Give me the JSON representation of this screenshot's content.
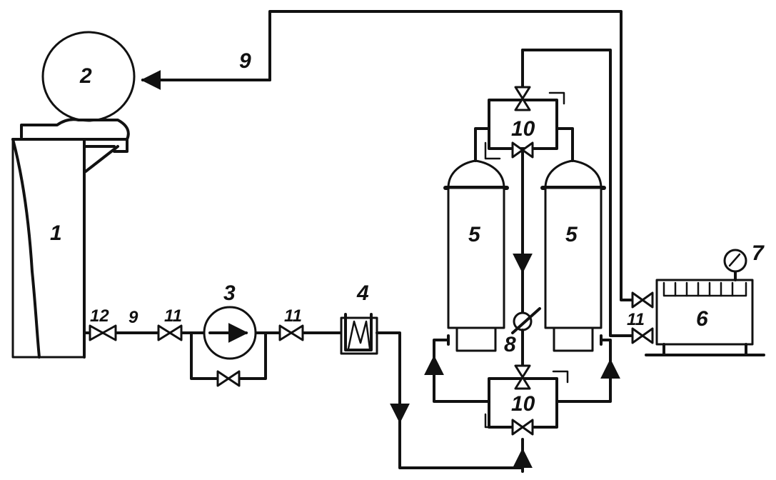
{
  "labels": {
    "vessel": "1",
    "tank": "2",
    "pump": "3",
    "filter": "4",
    "column_left": "5",
    "column_right": "5",
    "unit": "6",
    "gauge": "7",
    "flowmeter": "8",
    "pipe_top": "9",
    "pipe_bottom": "9",
    "valve_group_top": "10",
    "valve_group_bottom": "10",
    "valve_a": "11",
    "valve_b": "11",
    "valve_right": "11",
    "valve_drain": "12"
  }
}
